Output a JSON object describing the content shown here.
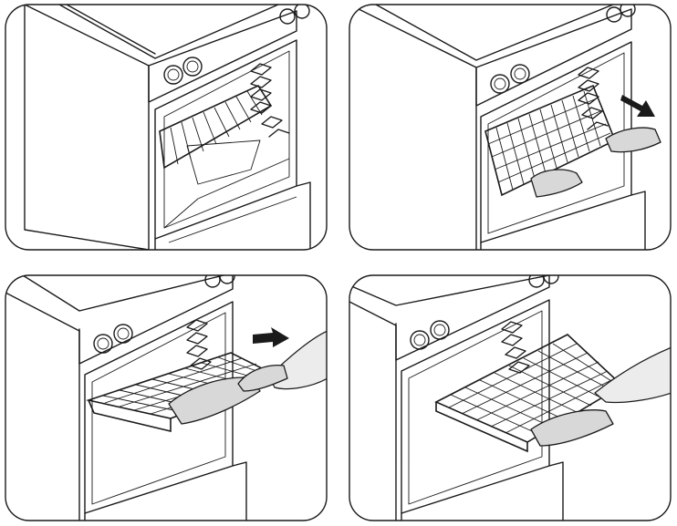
{
  "figure": {
    "panels": [
      {
        "id": "p1",
        "name": "step-1-rack-in-oven",
        "rack_out": 0,
        "hands": false,
        "arrow": false
      },
      {
        "id": "p2",
        "name": "step-2-grip-rack",
        "rack_out": 0.15,
        "hands": true,
        "arrow": true
      },
      {
        "id": "p3",
        "name": "step-3-pull-rack",
        "rack_out": 0.55,
        "hands": true,
        "arrow": true
      },
      {
        "id": "p4",
        "name": "step-4-rack-extended",
        "rack_out": 0.85,
        "hands": true,
        "arrow": false
      }
    ],
    "colors": {
      "outline": "#1a1a1a",
      "glove": "#d8d8d8",
      "background": "#ffffff"
    },
    "icons": {
      "arrow": "arrow-right-icon",
      "knob": "knob-icon",
      "glove": "oven-mitt-icon"
    }
  }
}
